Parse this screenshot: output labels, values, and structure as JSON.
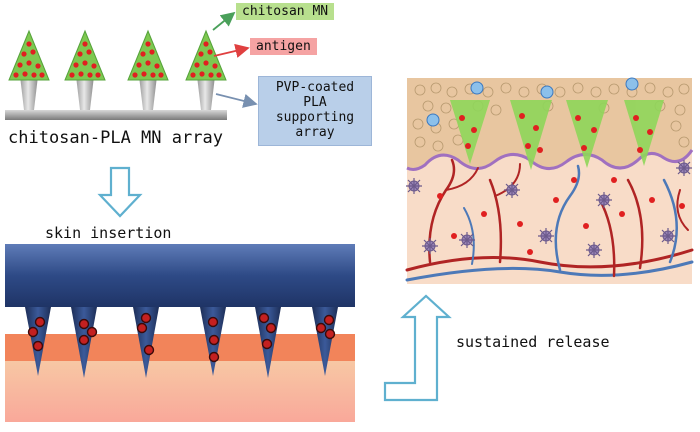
{
  "labels": {
    "chitosan_mn": "chitosan MN",
    "antigen": "antigen",
    "pvp_coated": [
      "PVP-coated",
      "PLA",
      "supporting",
      "array"
    ],
    "array": "chitosan-PLA MN array",
    "skin_insertion": "skin insertion",
    "sustained_release": "sustained release"
  },
  "colors": {
    "chitosan_green": "#7ec850",
    "antigen_red": "#e02020",
    "label_green_bg": "#b8e08e",
    "label_red_bg": "#f5a3a3",
    "label_blue_bg": "#b9cfe9",
    "arrow_blue": "#5fb0cf",
    "base_navy": "#2e4a86",
    "skin_orange": "#f2845a",
    "skin_peach": "#f7c4a0",
    "vessel_red": "#b02424",
    "vessel_blue": "#4d79b8"
  }
}
